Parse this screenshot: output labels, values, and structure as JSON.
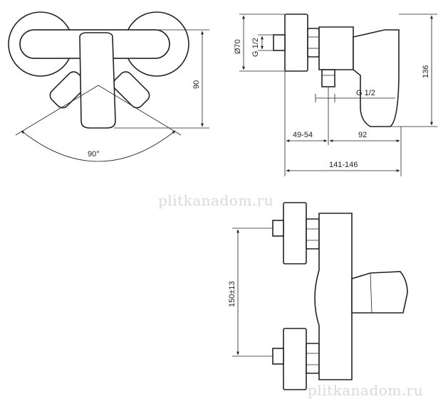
{
  "dimensions": {
    "top_view_angle": "90°",
    "top_view_height": "90",
    "side_diameter": "Ø70",
    "side_thread_top": "G 1/2",
    "side_thread_outlet": "G 1/2",
    "side_height": "136",
    "side_depth_range": "49-54",
    "side_depth": "92",
    "side_total_depth": "141-146",
    "front_spacing": "150±13"
  },
  "watermarks": [
    "plitkanadom.ru",
    "plitkanadom.ru"
  ]
}
